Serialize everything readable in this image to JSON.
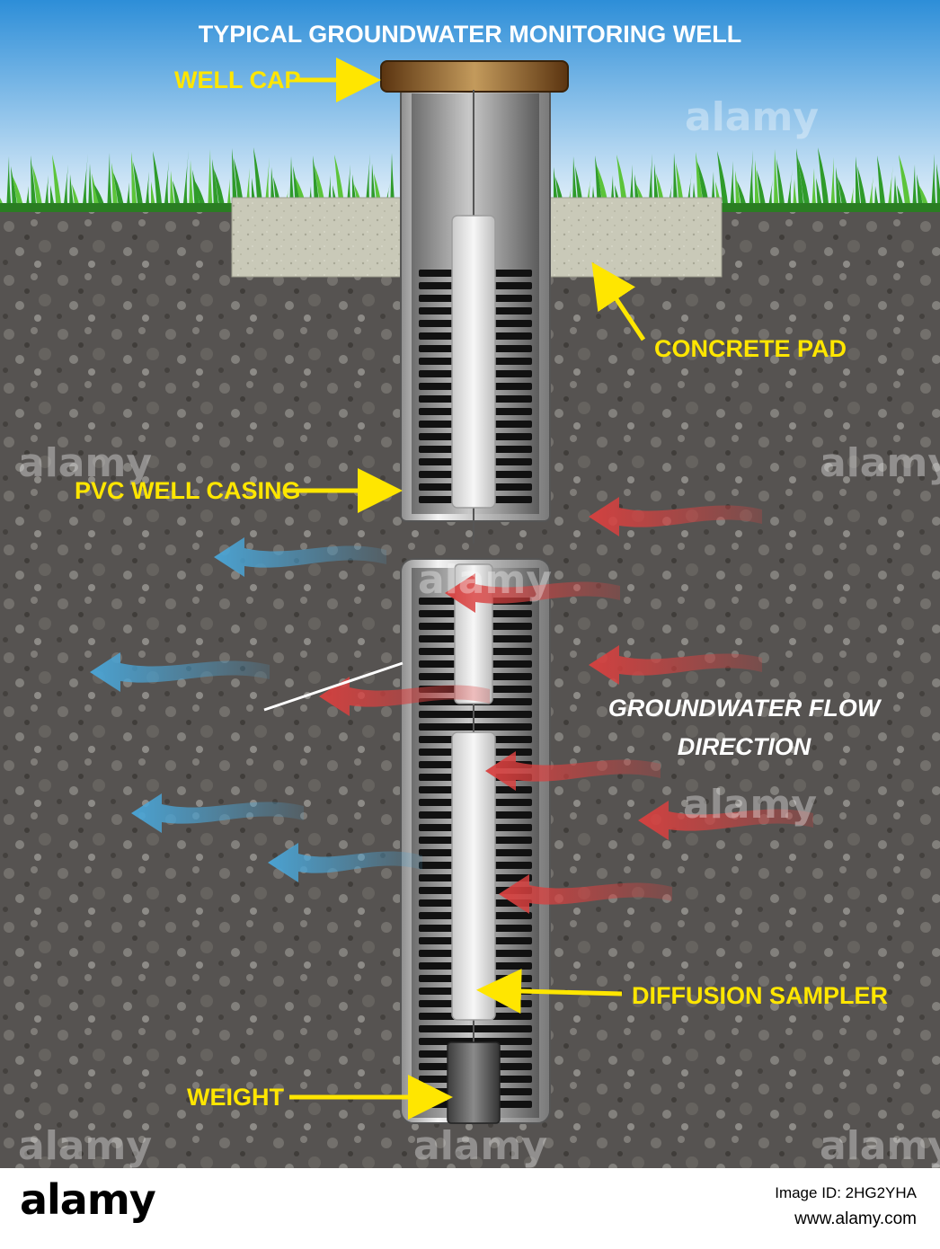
{
  "title": "TYPICAL GROUNDWATER MONITORING WELL",
  "labels": {
    "well_cap": "WELL CAP",
    "concrete_pad": "CONCRETE PAD",
    "pvc_casing": "PVC WELL CASING",
    "flow_line1": "GROUNDWATER FLOW",
    "flow_line2": "DIRECTION",
    "diffusion_sampler": "DIFFUSION SAMPLER",
    "weight": "WEIGHT"
  },
  "watermarks": [
    "alamy",
    "alamy",
    "alamy",
    "alamy",
    "alamy",
    "alamy",
    "alamy",
    "alamy"
  ],
  "footer": {
    "brand": "alamy",
    "image_id": "Image ID: 2HG2YHA",
    "url": "www.alamy.com"
  },
  "colors": {
    "label_yellow": "#ffe600",
    "title_white": "#ffffff",
    "inflow_red": "#d9403f",
    "outflow_blue": "#4aa6d8",
    "soil": "#5e5b58",
    "sky_top": "#2d8ed8",
    "grass": "#2f9b2a",
    "concrete": "#c9c9b8",
    "well_cap": "#7a4a1e"
  }
}
